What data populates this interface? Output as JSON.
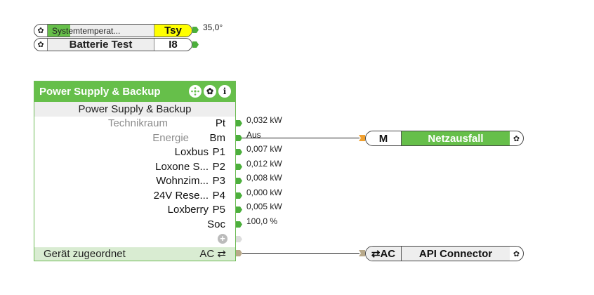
{
  "input_blocks": [
    {
      "name": "Systemtemperat...",
      "code": "Tsy",
      "value": "35,0°"
    },
    {
      "name": "Batterie Test",
      "code": "I8"
    }
  ],
  "main_block": {
    "title": "Power Supply & Backup",
    "subtitle": "Power Supply & Backup",
    "header_icons": [
      "move-icon",
      "gear-icon",
      "info-icon"
    ],
    "rows": [
      {
        "label": "Technikraum",
        "code": "Pt",
        "value": "0,032 kW"
      },
      {
        "label": "Energie",
        "code": "Bm",
        "value": "Aus"
      },
      {
        "label": "Loxbus",
        "code": "P1",
        "value": "0,007 kW"
      },
      {
        "label": "Loxone S...",
        "code": "P2",
        "value": "0,012 kW"
      },
      {
        "label": "Wohnzim...",
        "code": "P3",
        "value": "0,008 kW"
      },
      {
        "label": "24V Rese...",
        "code": "P4",
        "value": "0,000 kW"
      },
      {
        "label": "Loxberry",
        "code": "P5",
        "value": "0,005 kW"
      },
      {
        "label": "",
        "code": "Soc",
        "value": "100,0 %"
      }
    ],
    "add_symbol": "+",
    "bottom": {
      "label": "Gerät zugeordnet",
      "code": "AC ⇄"
    }
  },
  "right_blocks": [
    {
      "code": "M",
      "name": "Netzausfall"
    },
    {
      "code": "⇄AC",
      "name": "API Connector"
    }
  ],
  "colors": {
    "green": "#66bf4a",
    "yellow": "#ffff00",
    "port_green": "#4caf3c",
    "port_orange": "#f0a030"
  }
}
